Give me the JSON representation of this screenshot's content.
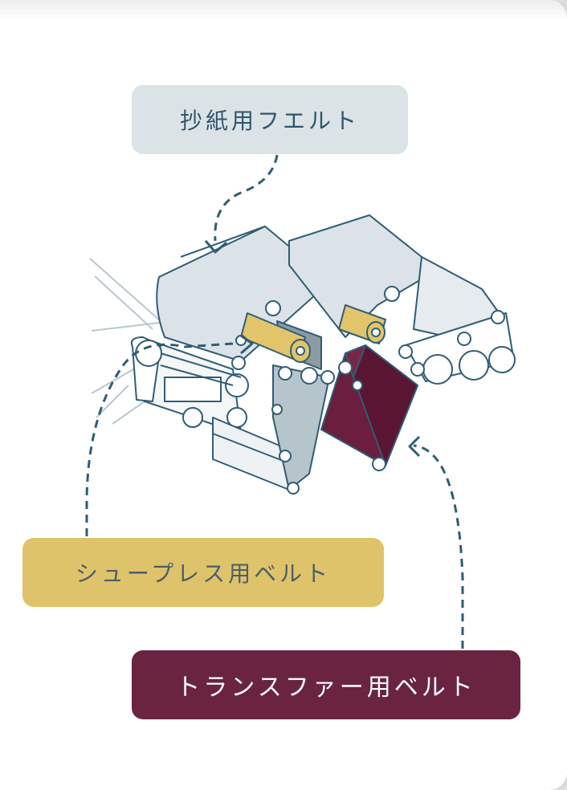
{
  "labels": {
    "felt": "抄紙用フエルト",
    "shoe_press": "シュープレス用ベルト",
    "transfer": "トランスファー用ベルト"
  },
  "colors": {
    "felt_box": "#dbe3e7",
    "shoe_box": "#dfc36a",
    "transfer_box": "#6a2440",
    "line": "#2f5d75",
    "felt_fill": "#dce3e8",
    "belt_gold": "#e2c56a",
    "belt_maroon": "#6b1e3d"
  },
  "icons": {
    "felt_arrow": "chevron-down-icon",
    "shoe_arrow": "chevron-right-icon",
    "transfer_arrow": "chevron-left-icon"
  }
}
